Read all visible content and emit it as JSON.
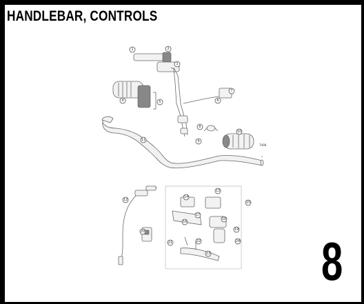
{
  "header": {
    "title": "HANDLEBAR, CONTROLS"
  },
  "page": {
    "number": "8"
  },
  "diagram": {
    "part_code": "7408"
  }
}
